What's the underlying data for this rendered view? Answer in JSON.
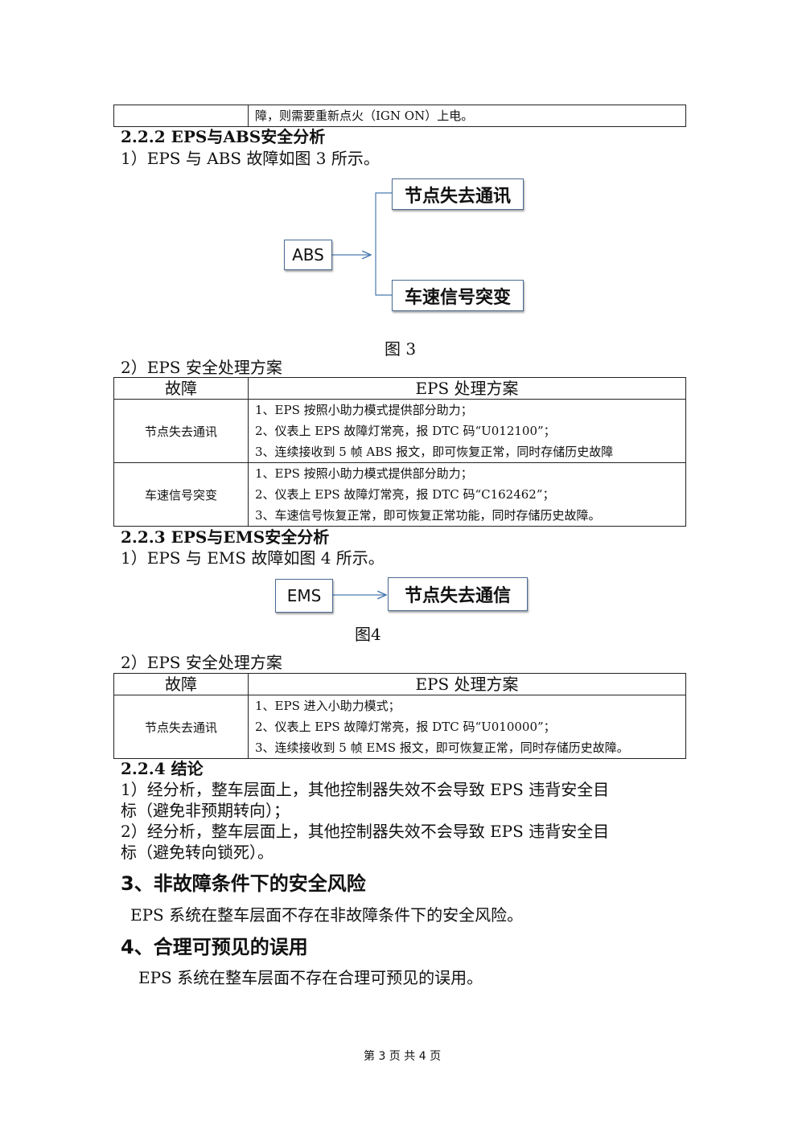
{
  "top_table": {
    "row_text": "障，则需要重新点火（IGN ON）上电。"
  },
  "sec_2_2_2": {
    "heading": "2.2.2 EPS与ABS安全分析",
    "intro": "1）EPS 与 ABS 故障如图 3 所示。",
    "diagram": {
      "source": "ABS",
      "targets": [
        "节点失去通讯",
        "车速信号突变"
      ],
      "caption": "图 3"
    },
    "plan_title": "2）EPS 安全处理方案",
    "table": {
      "headers": [
        "故障",
        "EPS 处理方案"
      ],
      "rows": [
        {
          "fault": "节点失去通讯",
          "steps": [
            "1、EPS 按照小助力模式提供部分助力；",
            "2、仪表上 EPS 故障灯常亮，报 DTC 码“U012100”；",
            "3、连续接收到 5 帧 ABS 报文，即可恢复正常，同时存储历史故障"
          ]
        },
        {
          "fault": "车速信号突变",
          "steps": [
            "1、EPS 按照小助力模式提供部分助力；",
            "2、仪表上 EPS 故障灯常亮，报 DTC 码“C162462”；",
            "3、车速信号恢复正常，即可恢复正常功能，同时存储历史故障。"
          ]
        }
      ]
    }
  },
  "sec_2_2_3": {
    "heading": "2.2.3 EPS与EMS安全分析",
    "intro": "1）EPS 与 EMS 故障如图 4 所示。",
    "diagram": {
      "source": "EMS",
      "target": "节点失去通信",
      "caption": "图4"
    },
    "plan_title": "2）EPS 安全处理方案",
    "table": {
      "headers": [
        "故障",
        "EPS 处理方案"
      ],
      "rows": [
        {
          "fault": "节点失去通讯",
          "steps": [
            "1、EPS 进入小助力模式；",
            "2、仪表上 EPS 故障灯常亮，报 DTC 码“U010000”；",
            "3、连续接收到 5 帧 EMS 报文，即可恢复正常，同时存储历史故障。"
          ]
        }
      ]
    }
  },
  "sec_2_2_4": {
    "heading": "2.2.4 结论",
    "lines": [
      "1）经分析，整车层面上，其他控制器失效不会导致 EPS 违背安全目",
      "标（避免非预期转向）；",
      "2）经分析，整车层面上，其他控制器失效不会导致 EPS 违背安全目",
      "标（避免转向锁死）。"
    ]
  },
  "sec_3": {
    "heading": "3、非故障条件下的安全风险",
    "text": "EPS 系统在整车层面不存在非故障条件下的安全风险。"
  },
  "sec_4": {
    "heading": "4、合理可预见的误用",
    "text": "EPS 系统在整车层面不存在合理可预见的误用。"
  },
  "footer": {
    "page": "第 3 页 共 4 页"
  }
}
